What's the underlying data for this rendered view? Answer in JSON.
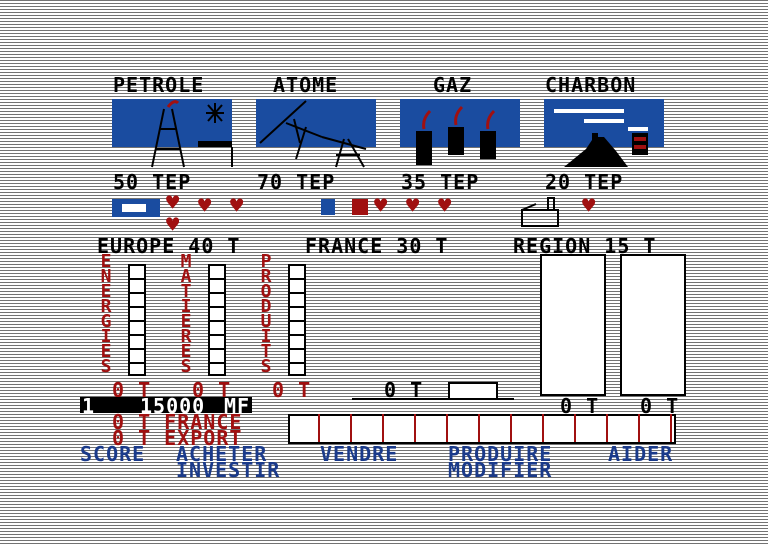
{
  "energies": [
    {
      "name": "PETROLE",
      "tep": "50 TEP"
    },
    {
      "name": "ATOME",
      "tep": "70 TEP"
    },
    {
      "name": "GAZ",
      "tep": "35 TEP"
    },
    {
      "name": "CHARBON",
      "tep": "20 TEP"
    }
  ],
  "regions": {
    "europe": "EUROPE 40 T",
    "france": "FRANCE 30 T",
    "region": "REGION 15 T"
  },
  "columns": {
    "energies": "ENERGIES",
    "matieres": "MATIERES",
    "produits": "PRODUITS"
  },
  "stocks": {
    "e_value": "0 T",
    "m_value": "0 T",
    "p_value": "0 T",
    "mid_value": "0 T",
    "right_a": "0 T",
    "right_b": "0 T"
  },
  "status": {
    "day": "1",
    "money": "15000",
    "unit": "MF"
  },
  "sales": {
    "france": "0 T FRANCE",
    "export": "0 T EXPORT"
  },
  "menu": {
    "score": "SCORE",
    "acheter": "ACHETER",
    "vendre": "VENDRE",
    "produire": "PRODUIRE",
    "aider": "AIDER",
    "investir": "INVESTIR",
    "modifier": "MODIFIER"
  },
  "colors": {
    "panel_blue": "#1a4ca0",
    "text_red": "#a01010",
    "menu_blue": "#1a3a8a"
  }
}
